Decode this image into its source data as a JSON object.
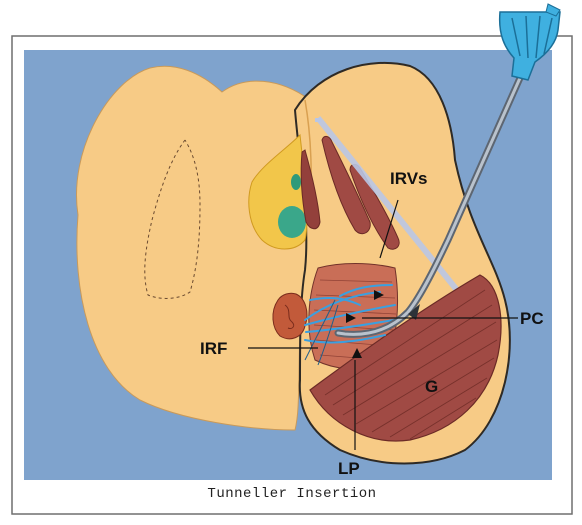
{
  "figure": {
    "caption": "Tunneller Insertion",
    "labels": {
      "irvs": "IRVs",
      "pc": "PC",
      "irf": "IRF",
      "g": "G",
      "lp": "LP"
    }
  },
  "colors": {
    "background": "#7fa3cd",
    "skin": "#f7cb86",
    "incision": "#f2c64a",
    "muscle": "#a04a44",
    "vessels": "#3aa0e0",
    "instrument": "#8b96a3",
    "handle": "#3fb0e0"
  }
}
